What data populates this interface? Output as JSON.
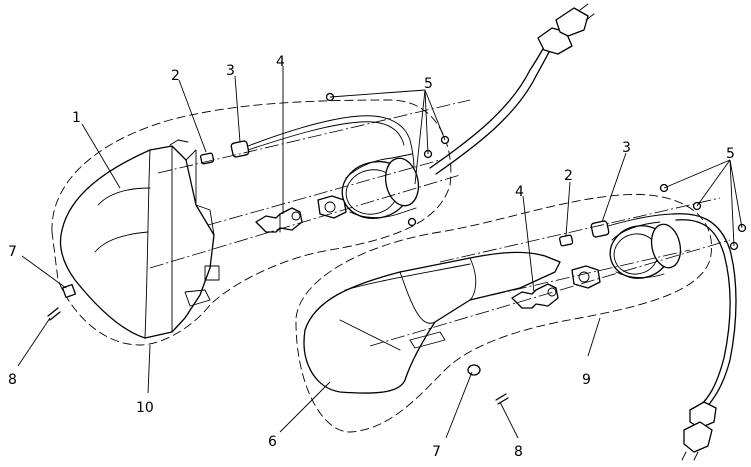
{
  "callouts": {
    "left": [
      "1",
      "2",
      "3",
      "4",
      "5",
      "7",
      "8",
      "10"
    ],
    "right": [
      "2",
      "3",
      "4",
      "5",
      "6",
      "7",
      "8",
      "9"
    ]
  }
}
